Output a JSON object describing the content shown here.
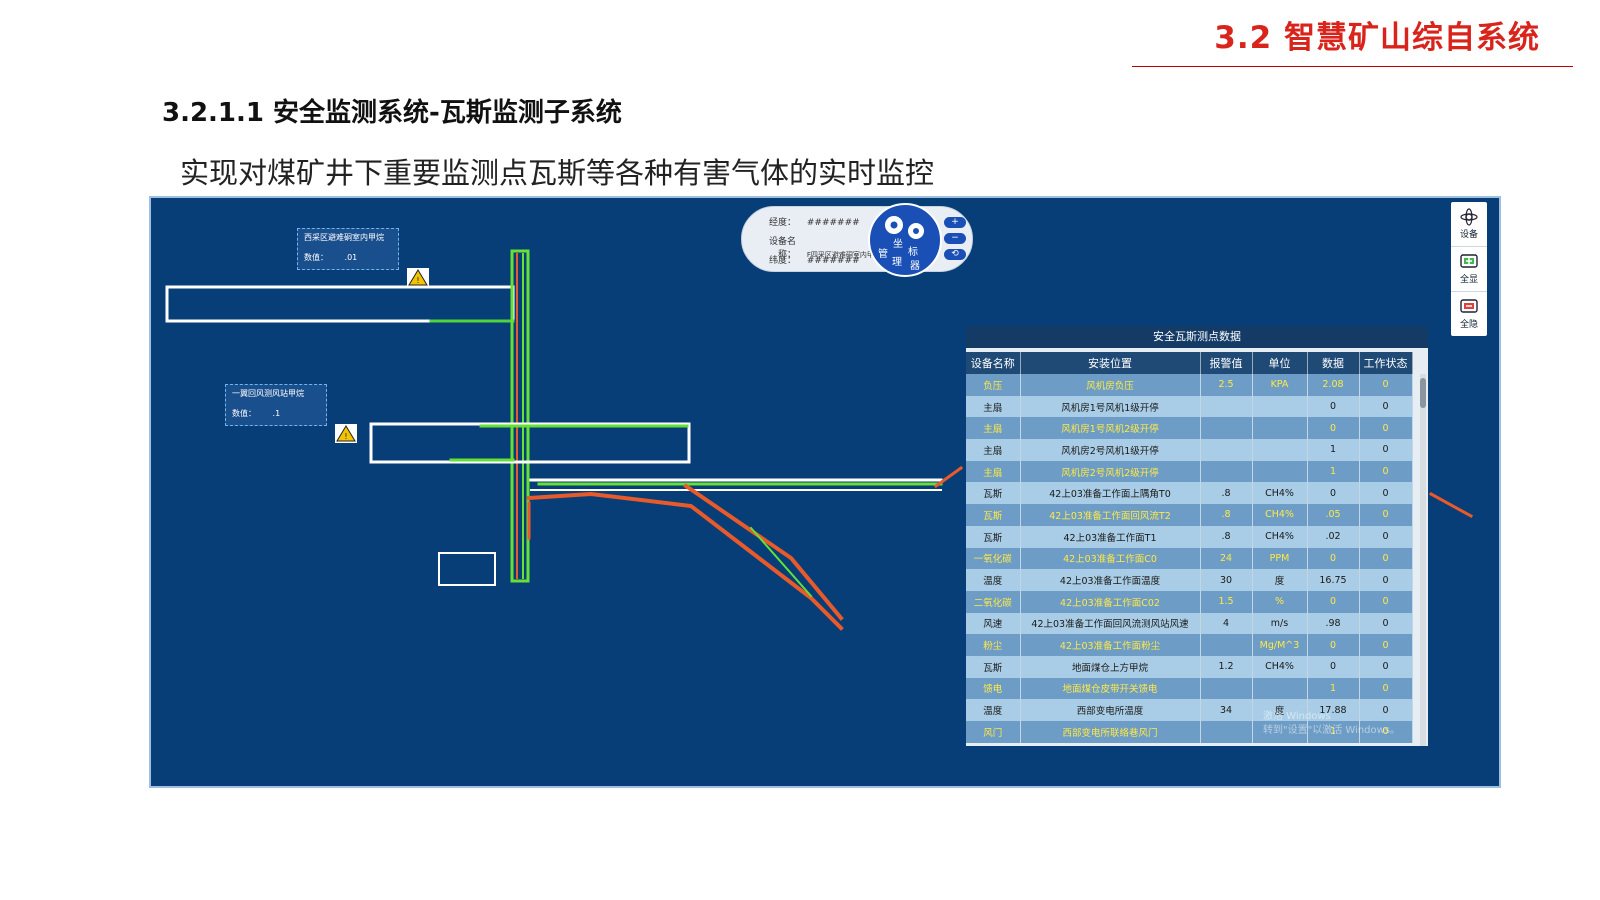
{
  "header": {
    "title": "3.2 智慧矿山综自系统"
  },
  "section": {
    "title": "3.2.1.1 安全监测系统-瓦斯监测子系统",
    "description": "实现对煤矿井下重要监测点瓦斯等各种有害气体的实时监控"
  },
  "toolbar": {
    "items": [
      {
        "label": "设备",
        "icon": "device-icon"
      },
      {
        "label": "全显",
        "icon": "show-all-icon"
      },
      {
        "label": "全隐",
        "icon": "hide-all-icon"
      }
    ]
  },
  "location": {
    "longitude_label": "经度：",
    "longitude_value": "#######",
    "device_label": "设备名称：",
    "device_value": "F四采区避难硐室内甲烷",
    "latitude_label": "纬度：",
    "latitude_value": "#######",
    "gear_text": [
      "坐",
      "标",
      "管",
      "理",
      "器"
    ]
  },
  "info_boxes": [
    {
      "title": "西采区避难硐室内甲烷",
      "value_label": "数值：",
      "value": ".01"
    },
    {
      "title": "一翼回风测风站甲烷",
      "value_label": "数值：",
      "value": ".1"
    }
  ],
  "table": {
    "title": "安全瓦斯测点数据",
    "columns": [
      "设备名称",
      "安装位置",
      "报警值",
      "单位",
      "数据",
      "工作状态"
    ],
    "rows": [
      {
        "hl": true,
        "c": [
          "负压",
          "风机房负压",
          "2.5",
          "KPA",
          "2.08",
          "0"
        ]
      },
      {
        "hl": false,
        "c": [
          "主扇",
          "风机房1号风机1级开停",
          "",
          "",
          "0",
          "0"
        ]
      },
      {
        "hl": true,
        "c": [
          "主扇",
          "风机房1号风机2级开停",
          "",
          "",
          "0",
          "0"
        ]
      },
      {
        "hl": false,
        "c": [
          "主扇",
          "风机房2号风机1级开停",
          "",
          "",
          "1",
          "0"
        ]
      },
      {
        "hl": true,
        "c": [
          "主扇",
          "风机房2号风机2级开停",
          "",
          "",
          "1",
          "0"
        ]
      },
      {
        "hl": false,
        "c": [
          "瓦斯",
          "42上03准备工作面上隅角T0",
          ".8",
          "CH4%",
          "0",
          "0"
        ]
      },
      {
        "hl": true,
        "c": [
          "瓦斯",
          "42上03准备工作面回风流T2",
          ".8",
          "CH4%",
          ".05",
          "0"
        ]
      },
      {
        "hl": false,
        "c": [
          "瓦斯",
          "42上03准备工作面T1",
          ".8",
          "CH4%",
          ".02",
          "0"
        ]
      },
      {
        "hl": true,
        "c": [
          "一氧化碳",
          "42上03准备工作面C0",
          "24",
          "PPM",
          "0",
          "0"
        ]
      },
      {
        "hl": false,
        "c": [
          "温度",
          "42上03准备工作面温度",
          "30",
          "度",
          "16.75",
          "0"
        ]
      },
      {
        "hl": true,
        "c": [
          "二氧化碳",
          "42上03准备工作面C02",
          "1.5",
          "%",
          "0",
          "0"
        ]
      },
      {
        "hl": false,
        "c": [
          "风速",
          "42上03准备工作面回风流测风站风速",
          "4",
          "m/s",
          ".98",
          "0"
        ]
      },
      {
        "hl": true,
        "c": [
          "粉尘",
          "42上03准备工作面粉尘",
          "",
          "Mg/M^3",
          "0",
          "0"
        ]
      },
      {
        "hl": false,
        "c": [
          "瓦斯",
          "地面煤仓上方甲烷",
          "1.2",
          "CH4%",
          "0",
          "0"
        ]
      },
      {
        "hl": true,
        "c": [
          "馈电",
          "地面煤仓皮带开关馈电",
          "",
          "",
          "1",
          "0"
        ]
      },
      {
        "hl": false,
        "c": [
          "温度",
          "西部变电所温度",
          "34",
          "度",
          "17.88",
          "0"
        ]
      },
      {
        "hl": true,
        "c": [
          "风门",
          "西部变电所联络巷风门",
          "",
          "",
          "1",
          "0"
        ]
      }
    ]
  },
  "watermark": {
    "line1": "激活 Windows",
    "line2": "转到\"设置\"以激活 Windows。"
  },
  "colors": {
    "accent_red": "#d9241c",
    "panel_bg": "#073e78",
    "highlight_text": "#ffe944"
  }
}
